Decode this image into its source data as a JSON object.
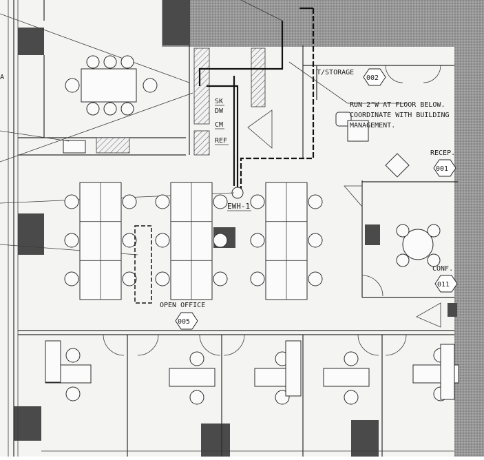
{
  "rooms": {
    "storage": {
      "label": "T/STORAGE",
      "number": "002"
    },
    "reception": {
      "label": "RECEP.",
      "number": "001"
    },
    "conference": {
      "label": "CONF.",
      "number": "011"
    },
    "open_office": {
      "label": "OPEN OFFICE",
      "number": "005"
    }
  },
  "fixtures": {
    "sink": "SK",
    "dishwasher": "DW",
    "coffee_maker": "CM",
    "refrigerator": "REF",
    "water_heater": "EWH-1"
  },
  "callout": {
    "line1": "RUN 2\"W AT FLOOR BELOW.",
    "line2": "COORDINATE WITH BUILDING",
    "line3": "MANAGEMENT."
  },
  "edge_mark": "A",
  "colors": {
    "wall": "#4a4a4a",
    "line": "#2a2a2a",
    "paper": "#f4f4f2"
  }
}
